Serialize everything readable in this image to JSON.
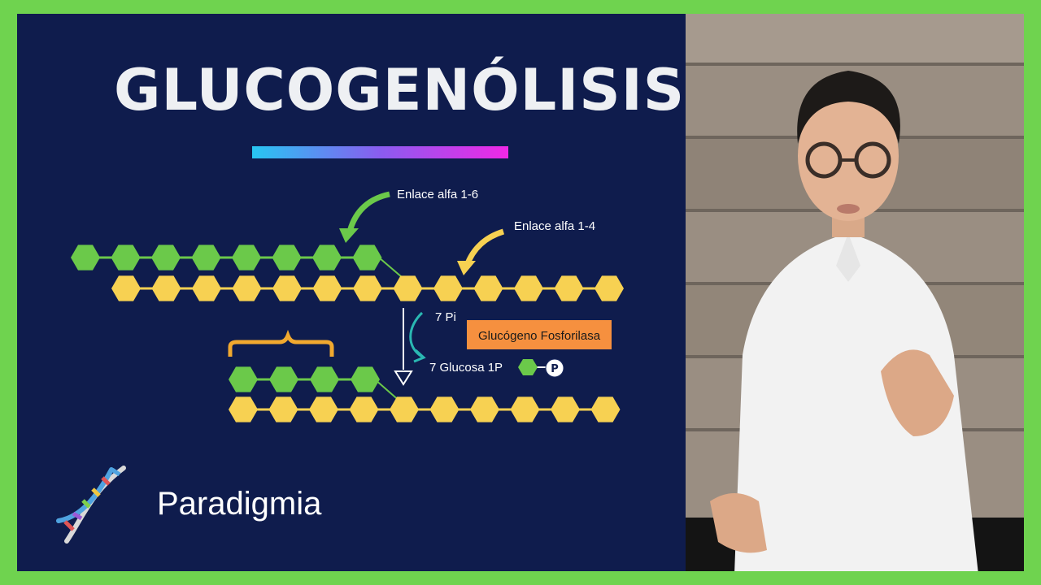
{
  "title": "GLUCOGENÓLISIS",
  "labels": {
    "bond_16": "Enlace alfa 1-6",
    "bond_14": "Enlace alfa 1-4",
    "pi": "7 Pi",
    "enzyme": "Glucógeno Fosforilasa",
    "product": "7 Glucosa 1P",
    "phosphate": "P"
  },
  "brand": {
    "name": "Paradigmia"
  },
  "colors": {
    "frame": "#6fd34f",
    "background": "#0f1c4d",
    "glucose_branch": "#6bc94a",
    "glucose_chain": "#f7d152",
    "enzyme_box": "#f6903f",
    "arrow_teal": "#2ab8b2",
    "bond_arrow_16": "#6bc94a",
    "bond_arrow_14": "#f7d152",
    "bracket": "#f1a92f"
  },
  "icons": [
    "dna-helix-icon",
    "phosphate-icon"
  ]
}
